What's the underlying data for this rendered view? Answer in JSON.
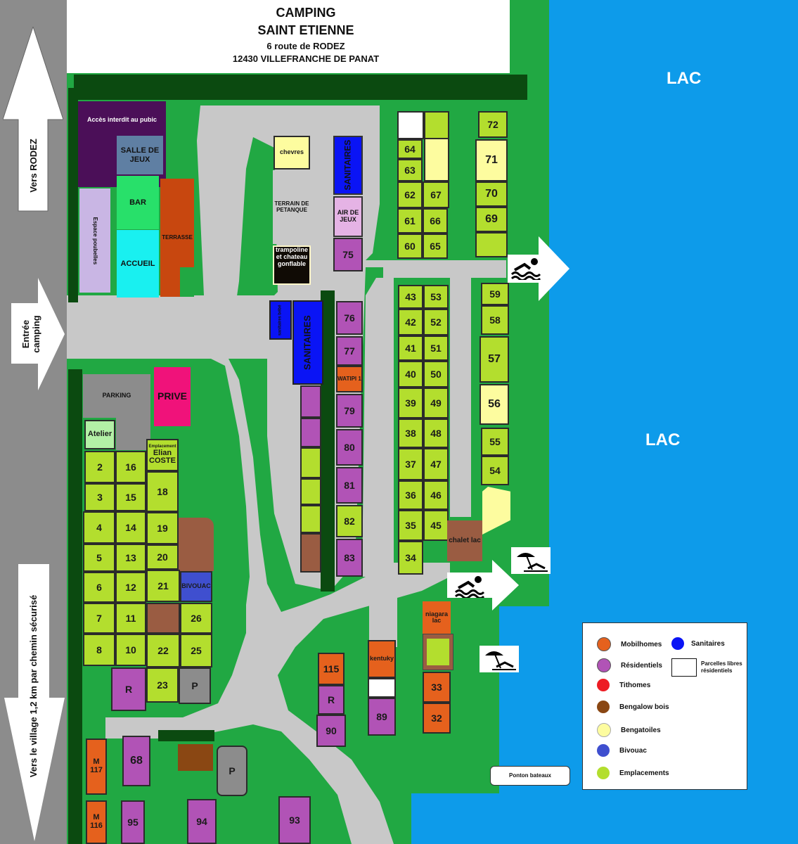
{
  "header": {
    "title_line1": "CAMPING",
    "title_line2": "SAINT ETIENNE",
    "address_line1": "6 route de RODEZ",
    "address_line2": "12430 VILLEFRANCHE DE PANAT"
  },
  "lake": {
    "label_top": "LAC",
    "label_mid": "LAC",
    "color": "#0d9bea"
  },
  "road": {
    "to_rodez": "Vers RODEZ",
    "entrance": "Entrée camping",
    "to_village": "Vers le village 1,2 km par chemin sécurisé"
  },
  "facilities": {
    "restricted": "Accès interdit au pubic",
    "game_room": "SALLE DE JEUX",
    "bar": "BAR",
    "terrace": "TERRASSE",
    "reception": "ACCUEIL",
    "bins": "Espace poubelles",
    "goats": "chevres",
    "petanque": "TERRAIN DE PETANQUE",
    "trampoline": "trampoline et chateau gonflable",
    "sanitaires_top": "SANITAIRES",
    "play_area": "AIR DE JEUX",
    "sanitaires_mid": "SANITAIRES",
    "small_block": "sanitaires bébé",
    "parking": "PARKING",
    "private": "PRIVE",
    "workshop": "Atelier",
    "elian_small": "Emplacement",
    "elian_big": "Elian COSTE",
    "bivouac": "BIVOUAC",
    "watipi": "WATIPI 1",
    "chalet_lac": "chalet lac",
    "niagara": "niagara lac",
    "kentuky": "kentuky",
    "ponton": "Ponton bateaux",
    "parking_p": "P",
    "r_label": "R",
    "m117": "M 117",
    "m116": "M 116"
  },
  "lots": {
    "l2": "2",
    "l3": "3",
    "l4": "4",
    "l5": "5",
    "l6": "6",
    "l7": "7",
    "l8": "8",
    "l10": "10",
    "l11": "11",
    "l12": "12",
    "l13": "13",
    "l14": "14",
    "l15": "15",
    "l16": "16",
    "l18": "18",
    "l19": "19",
    "l20": "20",
    "l21": "21",
    "l22": "22",
    "l23": "23",
    "l25": "25",
    "l26": "26",
    "l32": "32",
    "l33": "33",
    "l34": "34",
    "l35": "35",
    "l36": "36",
    "l37": "37",
    "l38": "38",
    "l39": "39",
    "l40": "40",
    "l41": "41",
    "l42": "42",
    "l43": "43",
    "l45": "45",
    "l46": "46",
    "l47": "47",
    "l48": "48",
    "l49": "49",
    "l50": "50",
    "l51": "51",
    "l52": "52",
    "l53": "53",
    "l54": "54",
    "l55": "55",
    "l56": "56",
    "l57": "57",
    "l58": "58",
    "l59": "59",
    "l60": "60",
    "l61": "61",
    "l62": "62",
    "l63": "63",
    "l64": "64",
    "l65": "65",
    "l66": "66",
    "l67": "67",
    "l68": "68",
    "l69": "69",
    "l70": "70",
    "l71": "71",
    "l72": "72",
    "l75": "75",
    "l76": "76",
    "l77": "77",
    "l79": "79",
    "l80": "80",
    "l81": "81",
    "l82": "82",
    "l83": "83",
    "l89": "89",
    "l90": "90",
    "l93": "93",
    "l94": "94",
    "l95": "95",
    "l115": "115"
  },
  "legend": {
    "mobilhomes": "Mobilhomes",
    "residentiels": "Résidentiels",
    "tithomes": "Tithomes",
    "bengalow_bois": "Bengalow bois",
    "bengatoiles": "Bengatoiles",
    "bivouac": "Bivouac",
    "emplacements": "Emplacements",
    "sanitaires": "Sanitaires",
    "parcelles_libres": "Parcelles libres résidentiels"
  },
  "colors": {
    "grass": "#21a843",
    "road": "#8c8c8c",
    "lake": "#0d9bea",
    "emplacement": "#b3de2e",
    "residentiel": "#b153b6",
    "mobilhome": "#e5611d",
    "tithome": "#ed1c24",
    "bengalow_bois": "#8a4713",
    "bengatoile": "#fdfc9f",
    "bivouac": "#3f4fcf",
    "sanitaires": "#0a14f5"
  },
  "icons": [
    "swim-icon",
    "beach-icon",
    "arrow-up-icon",
    "arrow-down-icon",
    "arrow-right-icon"
  ]
}
